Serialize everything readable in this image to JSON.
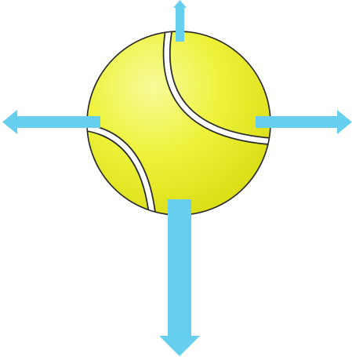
{
  "diagram": {
    "object": "tennis-ball",
    "colors": {
      "ball_light": "#f7fb9b",
      "ball_mid": "#eef23a",
      "ball_dark": "#d8dc12",
      "outline": "#2a2a2a",
      "seam": "#ffffff",
      "arrow": "#67cfee"
    },
    "arrows": [
      {
        "name": "arrow-up",
        "direction": "up",
        "relative_magnitude": "short"
      },
      {
        "name": "arrow-left",
        "direction": "left",
        "relative_magnitude": "medium"
      },
      {
        "name": "arrow-right",
        "direction": "right",
        "relative_magnitude": "medium"
      },
      {
        "name": "arrow-down",
        "direction": "down",
        "relative_magnitude": "long"
      }
    ]
  }
}
